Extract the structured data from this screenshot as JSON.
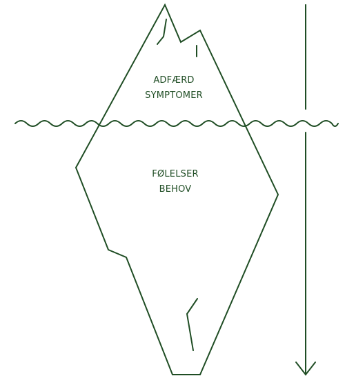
{
  "diagram": {
    "above_water": {
      "line1": "ADFÆRD",
      "line2": "SYMPTOMER"
    },
    "below_water": {
      "line1": "FØLELSER",
      "line2": "BEHOV"
    },
    "colors": {
      "stroke": "#1f4d24",
      "text": "#1f4d24",
      "background": "#ffffff"
    },
    "icons": {
      "depth_arrow": "down-arrow-icon"
    }
  }
}
